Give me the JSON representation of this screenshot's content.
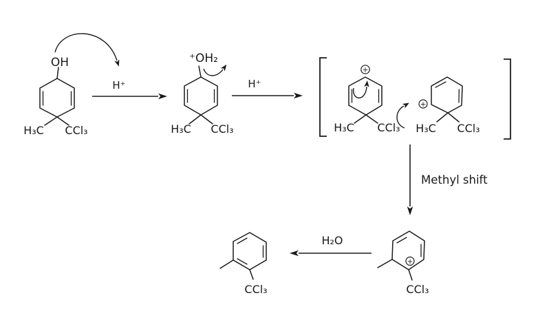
{
  "diagram": {
    "text": {
      "hydroxyl": "OH",
      "h_plus": "H⁺",
      "protonated_hydroxyl": "⁺OH₂",
      "methyl": "H₃C",
      "trichloromethyl": "CCl₃",
      "methyl_shift_label": "Methyl shift",
      "water": "H₂O",
      "plus_charge": "+"
    },
    "colors": {
      "ink": "#1a1a1a",
      "background": "#ffffff"
    }
  }
}
